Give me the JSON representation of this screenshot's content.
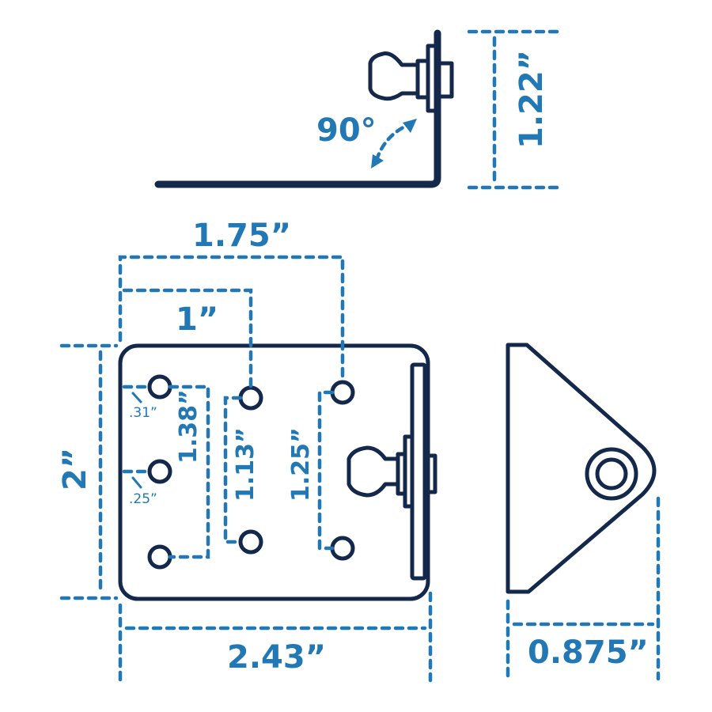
{
  "colors": {
    "part_outline": "#14284b",
    "dimension": "#2278b5",
    "background": "#ffffff"
  },
  "side_view": {
    "angle_label": "90°",
    "height_label": "1.22”"
  },
  "front_view": {
    "width_label": "2.43”",
    "height_label": "2”",
    "hole_spacing_outer_label": "1.75”",
    "hole_spacing_inner_label": "1”",
    "col1_vertical_label": "1.38”",
    "col2_vertical_label": "1.13”",
    "col3_vertical_label": "1.25”",
    "top_hole_offset_label": ".31”",
    "mid_hole_offset_label": ".25”"
  },
  "end_view": {
    "depth_label": "0.875”"
  }
}
